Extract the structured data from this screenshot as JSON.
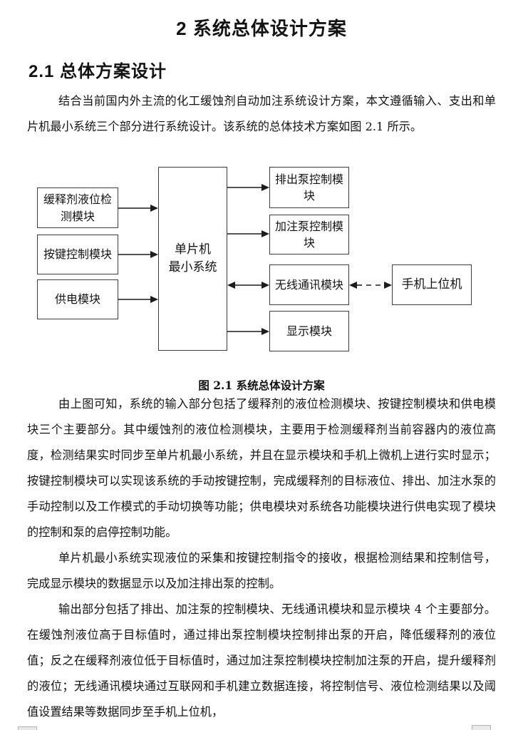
{
  "document": {
    "chapter_title": "2 系统总体设计方案",
    "section_heading": "2.1 总体方案设计",
    "paragraph_1": "结合当前国内外主流的化工缓蚀剂自动加注系统设计方案，本文遵循输入、支出和单片机最小系统三个部分进行系统设计。该系统的总体技术方案如图 2.1 所示。",
    "paragraph_2": "由上图可知，系统的输入部分包括了缓释剂的液位检测模块、按键控制模块和供电模块三个主要部分。其中缓蚀剂的液位检测模块，主要用于检测缓释剂当前容器内的液位高度，检测结果实时同步至单片机最小系统，并且在显示模块和手机上微机上进行实时显示；按键控制模块可以实现该系统的手动按键控制，完成缓释剂的目标液位、排出、加注水泵的手动控制以及工作模式的手动切换等功能；供电模块对系统各功能模块进行供电实现了模块的控制和泵的启停控制功能。",
    "paragraph_3": "单片机最小系统实现液位的采集和按键控制指令的接收，根据检测结果和控制信号，完成显示模块的数据显示以及加注排出泵的控制。",
    "paragraph_4": "输出部分包括了排出、加注泵的控制模块、无线通讯模块和显示模块 4 个主要部分。在缓蚀剂液位高于目标值时，通过排出泵控制模块控制排出泵的开启，降低缓释剂的液位值；反之在缓释剂液位低于目标值时，通过加注泵控制模块控制加注泵的开启，提升缓释剂的液位；无线通讯模块通过互联网和手机建立数据连接，将控制信号、液位检测结果以及阈值设置结果等数据同步至手机上位机，"
  },
  "figure": {
    "caption": "图 2.1  系统总体设计方案",
    "nodes": {
      "level_detect": "缓释剂液位检\n测模块",
      "key_control": "按键控制模块",
      "power": "供电模块",
      "mcu": "单片机\n最小系统",
      "discharge_pump": "排出泵控制模\n块",
      "filling_pump": "加注泵控制模\n块",
      "wireless": "无线通讯模块",
      "display": "显示模块",
      "phone_host": "手机上位机"
    },
    "connections": [
      {
        "from": "level_detect",
        "to": "mcu",
        "style": "solid",
        "direction": "one-way"
      },
      {
        "from": "key_control",
        "to": "mcu",
        "style": "solid",
        "direction": "one-way"
      },
      {
        "from": "power",
        "to": "mcu",
        "style": "solid",
        "direction": "one-way"
      },
      {
        "from": "mcu",
        "to": "discharge_pump",
        "style": "solid",
        "direction": "one-way"
      },
      {
        "from": "mcu",
        "to": "filling_pump",
        "style": "solid",
        "direction": "one-way"
      },
      {
        "from": "mcu",
        "to": "wireless",
        "style": "solid",
        "direction": "two-way"
      },
      {
        "from": "mcu",
        "to": "display",
        "style": "solid",
        "direction": "one-way"
      },
      {
        "from": "wireless",
        "to": "phone_host",
        "style": "dashed",
        "direction": "two-way"
      }
    ],
    "colors": {
      "line": "#3d3d3d",
      "text": "#131313",
      "background": "#ffffff"
    }
  }
}
